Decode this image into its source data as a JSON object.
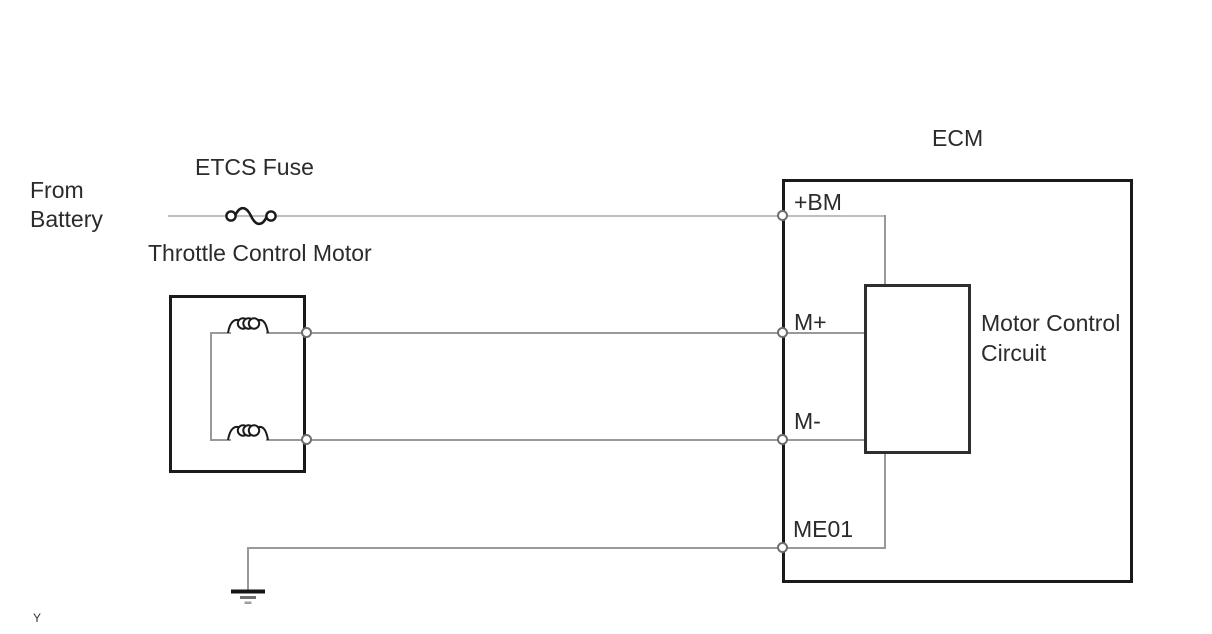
{
  "diagram": {
    "source": {
      "line1": "From",
      "line2": "Battery"
    },
    "fuse": {
      "label": "ETCS Fuse"
    },
    "motor": {
      "label": "Throttle Control Motor"
    },
    "ecm": {
      "title": "ECM",
      "terminals": {
        "power": "+BM",
        "motor_plus": "M+",
        "motor_minus": "M-",
        "ground": "ME01"
      },
      "inner_module": {
        "line1": "Motor Control",
        "line2": "Circuit"
      }
    },
    "footnote": "Y",
    "colors": {
      "wire": "#999999",
      "wire_light": "#bdbdbd",
      "box_outline": "#1a1a1a",
      "inner_box_outline": "#2e2e2e",
      "terminal_ring": "#6e6e6e",
      "text": "#2b2b2b",
      "background": "#ffffff"
    }
  }
}
